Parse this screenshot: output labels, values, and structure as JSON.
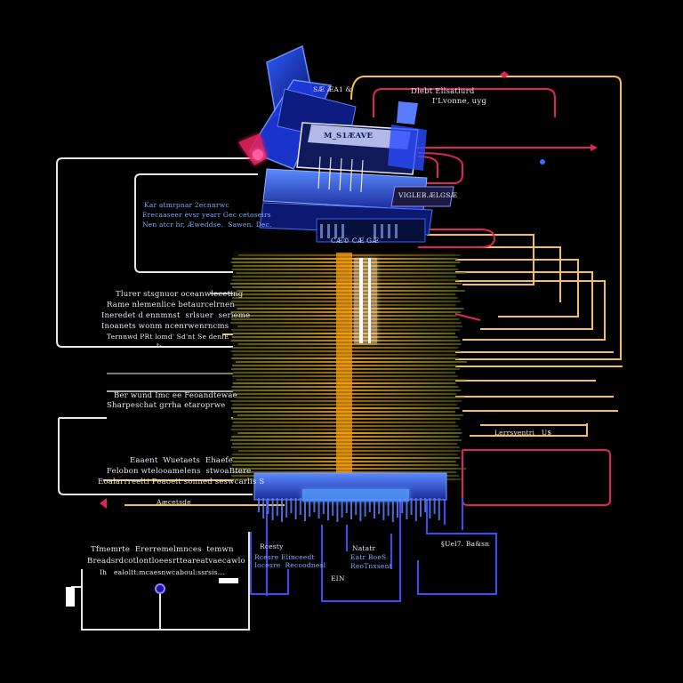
{
  "colors": {
    "background": "#000000",
    "wire_white": "#e6e6e6",
    "wire_yellow": "#f2c14e",
    "wire_red": "#e0245e",
    "wire_blue": "#3b4cff",
    "core_orange": "#f0a020",
    "chip_blue": "#3a6bff"
  },
  "labels": {
    "top_chip_small": "SÆ ÆA1 &",
    "top_chip_main": "M_S1ÆAVE",
    "top_right_line1": "Dlebt Ellsatlurd",
    "top_right_line2": "I'Lvonne, uyg",
    "right_chip": "VIGLEB.ÆLGSÆ",
    "chip_band": "CÆ© CÆ GÆ",
    "upper_left_blue_1": "Kar atmrpnar 2ecnnrwc",
    "upper_left_blue_2": "Erecaaseer èvsr yearr Gec cetoseirs",
    "upper_left_blue_3": "Nen atcr hr, Æweddse.  Sawen. Dec.",
    "mid_left_1": "Tlurer stsgnuor oceanwleceting",
    "mid_left_2": "Rame nlemenlice betaurcelrnen",
    "mid_left_3": "Ineredet d ennmnst  srlsuer  serieme",
    "mid_left_4": "Inoanets wonm ncenrwenrncms",
    "mid_left_5": "Ternnwd PRt lomd' Sd'nt Se deniE",
    "mid_left_6": "t-",
    "lower_left_1": "Ber wund Imc ee Feoandtewae",
    "lower_left_2": "Sharpeschat grrha etaroprwe",
    "bottom_left_1": "Eaaent  Wuetaets  Ehaefe",
    "bottom_left_2": "Felobon wtelooamelens  stwoaBtere",
    "bottom_left_3": "Eoalarrreelti Peaoeit sonned seswcarlis S",
    "bottom_left_small": "Aæcetsde",
    "footer_1": "Tfmemrte  Ererremelmnces  temwn",
    "footer_2": "Breadsrdcotlontloeesrtteareatvaecawlo",
    "footer_3": "Ih   ealoltt:mcaesnwcaboul:ssrsis...",
    "right_box": "Lerrsventri   U$",
    "bottom_mid_1a": "Rcesty",
    "bottom_mid_1b": "Rcesre Elinceedt",
    "bottom_mid_1c": "Iocesre  Recoodnesl",
    "bottom_mid_2a": "Natatr",
    "bottom_mid_2b": "Eatr BoeS",
    "bottom_mid_2c": "ReoTnxsent",
    "bottom_mid_2d": "EIN",
    "bottom_right": "§Uel7. Ba&sn"
  }
}
